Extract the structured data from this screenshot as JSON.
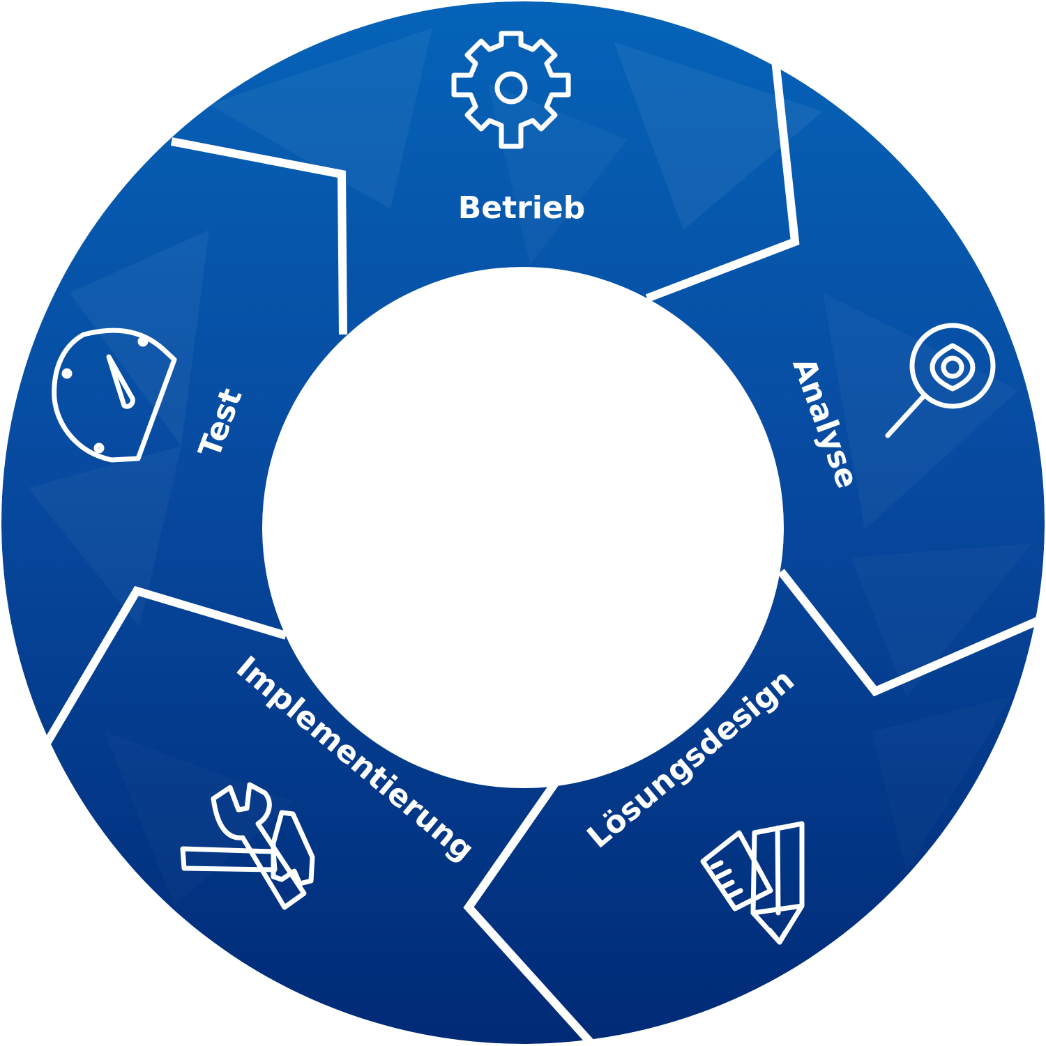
{
  "diagram": {
    "type": "cycle",
    "colors": {
      "ring_top": "#0563b8",
      "ring_mid": "#074aa0",
      "ring_bottom": "#002a76",
      "dividers": "#ffffff",
      "center": "#ffffff"
    },
    "stages": [
      {
        "label": "Betrieb",
        "icon": "gear-icon"
      },
      {
        "label": "Analyse",
        "icon": "magnifier-eye-icon"
      },
      {
        "label": "Lösungsdesign",
        "icon": "pencil-ruler-icon"
      },
      {
        "label": "Implementierung",
        "icon": "tools-icon"
      },
      {
        "label": "Test",
        "icon": "stopwatch-icon"
      }
    ]
  }
}
